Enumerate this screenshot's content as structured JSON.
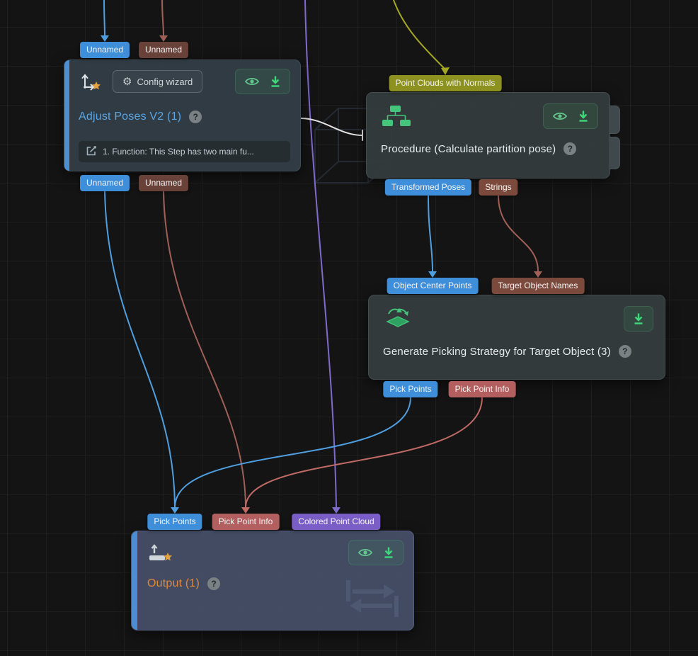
{
  "canvas": {
    "background": "#141414",
    "grid_line": "#1f1f1f"
  },
  "colors": {
    "port_blue": "#3e8ed9",
    "port_dark_brown": "#684139",
    "port_brown": "#7c4a3c",
    "port_rose": "#b45f5f",
    "port_olive": "#8d911f",
    "port_purple": "#7a5ec6",
    "edge_blue": "#4f9fe0",
    "edge_brown": "#a06058",
    "edge_rose": "#c06a66",
    "edge_olive": "#a3a722",
    "edge_purple": "#7f6ace",
    "edge_white": "#e4e4e4",
    "icon_green": "#45c47c",
    "accent_blue": "#4a8fd4",
    "title_blue": "#58a6e6",
    "title_orange": "#e0893c",
    "star_orange": "#e6a23c"
  },
  "nodes": {
    "adjust_poses": {
      "title": "Adjust Poses V2 (1)",
      "help": "?",
      "config_wizard": "Config wizard",
      "note": "1. Function: This Step has two main fu...",
      "inputs": [
        {
          "label": "Unnamed",
          "color": "#3e8ed9"
        },
        {
          "label": "Unnamed",
          "color": "#684139"
        }
      ],
      "outputs": [
        {
          "label": "Unnamed",
          "color": "#3e8ed9"
        },
        {
          "label": "Unnamed",
          "color": "#684139"
        }
      ],
      "icons": [
        "axes-star-icon",
        "gear-icon",
        "visibility-icon",
        "download-icon",
        "edit-icon"
      ]
    },
    "procedure": {
      "title": "Procedure (Calculate partition pose)",
      "help": "?",
      "inputs": [
        {
          "label": "Point Clouds with Normals",
          "color": "#8d911f"
        }
      ],
      "outputs": [
        {
          "label": "Transformed Poses",
          "color": "#3e8ed9"
        },
        {
          "label": "Strings",
          "color": "#7c4a3c"
        }
      ],
      "icons": [
        "flowchart-icon",
        "visibility-icon",
        "download-icon"
      ]
    },
    "generate_picking_strategy": {
      "title": "Generate Picking Strategy for Target Object (3)",
      "help": "?",
      "inputs": [
        {
          "label": "Object Center Points",
          "color": "#3e8ed9"
        },
        {
          "label": "Target Object Names",
          "color": "#7c4a3c"
        }
      ],
      "outputs": [
        {
          "label": "Pick Points",
          "color": "#3e8ed9"
        },
        {
          "label": "Pick Point Info",
          "color": "#b45f5f"
        }
      ],
      "icons": [
        "picking-strategy-icon",
        "download-icon"
      ]
    },
    "output": {
      "title": "Output (1)",
      "help": "?",
      "inputs": [
        {
          "label": "Pick Points",
          "color": "#3e8ed9"
        },
        {
          "label": "Pick Point Info",
          "color": "#b45f5f"
        },
        {
          "label": "Colored Point Cloud",
          "color": "#7a5ec6"
        }
      ],
      "icons": [
        "output-tray-icon",
        "visibility-icon",
        "download-icon",
        "swap-arrows-icon"
      ]
    }
  },
  "edges": [
    {
      "from": "canvas-top",
      "to": "adjust_poses.in.Unnamed-1",
      "color": "#4f9fe0"
    },
    {
      "from": "canvas-top",
      "to": "adjust_poses.in.Unnamed-2",
      "color": "#a06058"
    },
    {
      "from": "canvas-top",
      "to": "procedure.in.Point Clouds with Normals",
      "color": "#a3a722"
    },
    {
      "from": "canvas-top",
      "to": "output.in.Colored Point Cloud",
      "color": "#7f6ace"
    },
    {
      "from": "adjust_poses.right",
      "to": "procedure.left",
      "color": "#e4e4e4"
    },
    {
      "from": "procedure.out.Transformed Poses",
      "to": "generate_picking_strategy.in.Object Center Points",
      "color": "#4f9fe0"
    },
    {
      "from": "procedure.out.Strings",
      "to": "generate_picking_strategy.in.Target Object Names",
      "color": "#a06058"
    },
    {
      "from": "adjust_poses.out.Unnamed-1",
      "to": "output.in.Pick Points",
      "color": "#4f9fe0"
    },
    {
      "from": "adjust_poses.out.Unnamed-2",
      "to": "output.in.Pick Point Info",
      "color": "#a06058"
    },
    {
      "from": "generate_picking_strategy.out.Pick Points",
      "to": "output.in.Pick Points",
      "color": "#4f9fe0"
    },
    {
      "from": "generate_picking_strategy.out.Pick Point Info",
      "to": "output.in.Pick Point Info",
      "color": "#c06a66"
    }
  ]
}
